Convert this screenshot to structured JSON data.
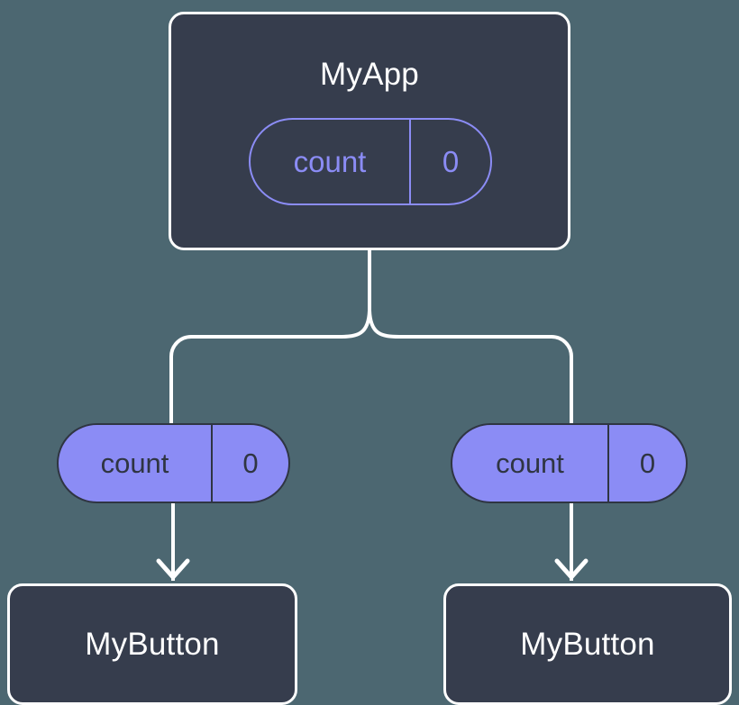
{
  "diagram": {
    "title": "react-state-prop-drilling",
    "background_color": "#4c6771",
    "palette": {
      "node_fill": "#363d4d",
      "node_border": "#ffffff",
      "node_text": "#ffffff",
      "accent": "#8b8cf5",
      "accent_text_dark": "#2f3542",
      "connector": "#ffffff"
    },
    "nodes": {
      "root": {
        "label": "MyApp",
        "state": {
          "name": "count",
          "value": "0",
          "style": "outline"
        }
      },
      "children": [
        {
          "label": "MyButton",
          "prop": {
            "name": "count",
            "value": "0",
            "style": "filled"
          }
        },
        {
          "label": "MyButton",
          "prop": {
            "name": "count",
            "value": "0",
            "style": "filled"
          }
        }
      ]
    },
    "connectors": {
      "branch": "root splits into two rounded elbow paths down to each child pill",
      "arrow_left": "arrow-down-icon",
      "arrow_right": "arrow-down-icon"
    }
  }
}
